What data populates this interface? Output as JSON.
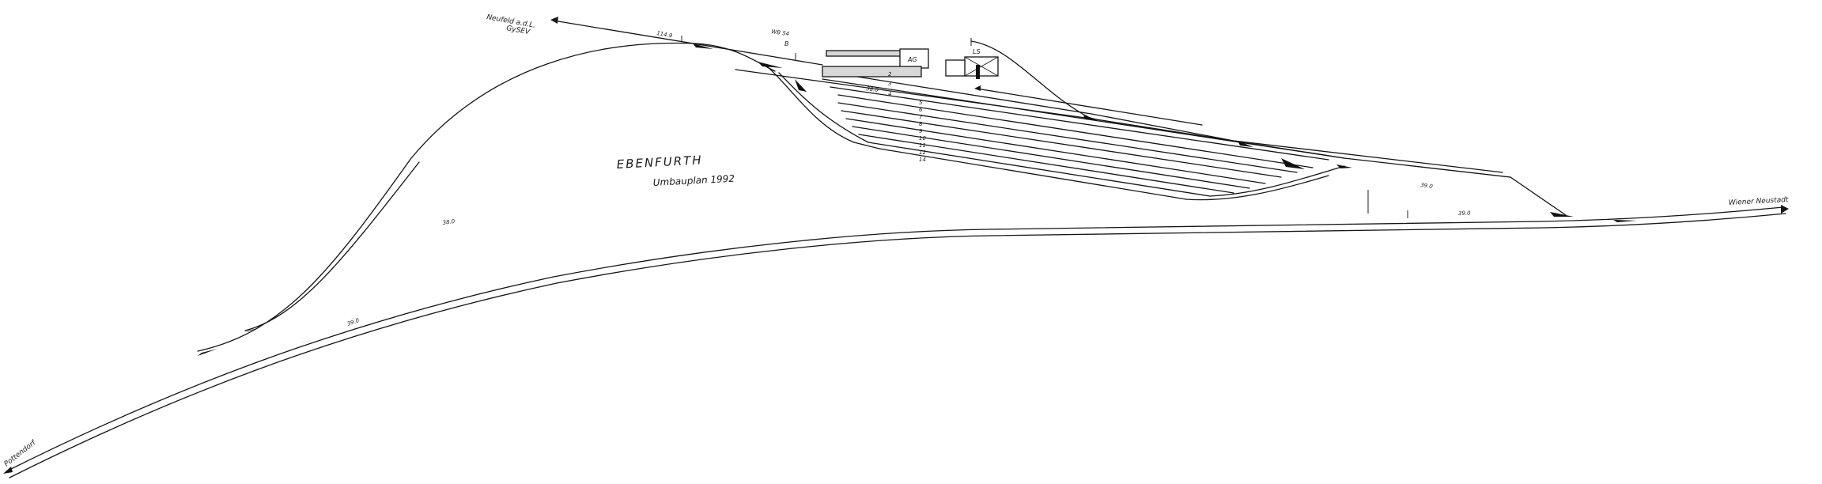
{
  "title": "EBENFURTH",
  "subtitle": "Umbauplan 1992",
  "destinations": {
    "north": "Neufeld a.d.L.",
    "north_sub": "GySEV",
    "east": "Wiener Neustadt",
    "west": "Pottendorf"
  },
  "signal_label": "WB 54",
  "signal_code": "B",
  "buildings": {
    "signal_box": "AG",
    "lagerschuppen": "LS"
  },
  "track_numbers": [
    "2",
    "3",
    "4",
    "5",
    "6",
    "7",
    "8",
    "9",
    "10",
    "11",
    "12",
    "14"
  ],
  "distances": {
    "neufeld_line": "114.9",
    "station_top": "38.0",
    "main_line_mid": "38.0",
    "main_line_east": "39.0",
    "east_branch": "39.0",
    "southwest": "39.0"
  }
}
